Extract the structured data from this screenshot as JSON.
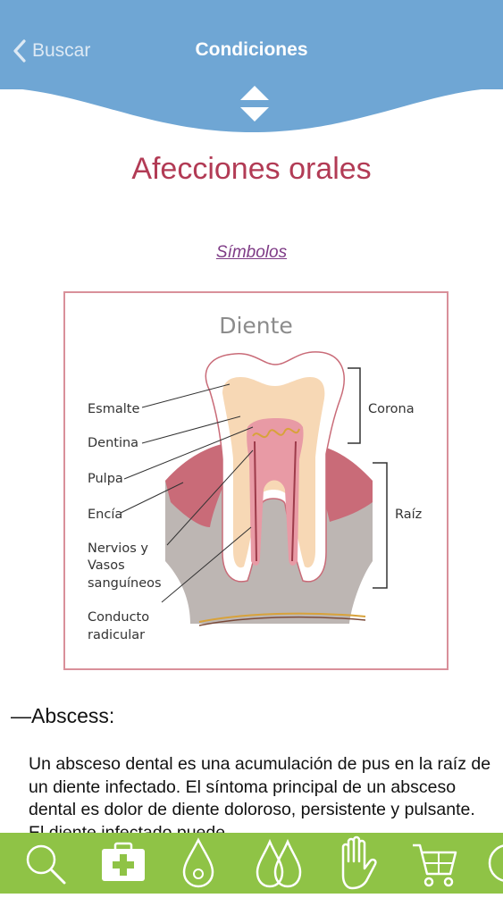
{
  "nav": {
    "back_label": "Buscar",
    "title": "Condiciones"
  },
  "page": {
    "title": "Afecciones orales",
    "symbols_link": "Símbolos"
  },
  "diagram": {
    "title": "Diente",
    "labels": {
      "enamel": "Esmalte",
      "dentin": "Dentina",
      "pulp": "Pulpa",
      "gum": "Encía",
      "nerves_line1": "Nervios y",
      "nerves_line2": "Vasos",
      "nerves_line3": "sanguíneos",
      "canal_line1": "Conducto",
      "canal_line2": "radicular",
      "crown": "Corona",
      "root": "Raíz"
    }
  },
  "section": {
    "heading": "—Abscess:",
    "body": "Un absceso dental es una acumulación de pus en la raíz de un diente infectado. El síntoma principal de un absceso dental es dolor de diente doloroso, persistente y pulsante. El diente infectado puede"
  },
  "tabbar": {
    "tabs": [
      {
        "icon": "search-icon",
        "active": false
      },
      {
        "icon": "first-aid-kit-icon",
        "active": true
      },
      {
        "icon": "drop-icon",
        "active": false
      },
      {
        "icon": "double-drop-icon",
        "active": false
      },
      {
        "icon": "hand-icon",
        "active": false
      },
      {
        "icon": "shopping-cart-icon",
        "active": false
      },
      {
        "icon": "more-icon",
        "active": false
      }
    ]
  },
  "colors": {
    "nav_background": "#6fa6d4",
    "title_color": "#b23b55",
    "link_color": "#7e3b86",
    "tabbar_background": "#8fc346",
    "diagram_border": "#d9909a"
  }
}
